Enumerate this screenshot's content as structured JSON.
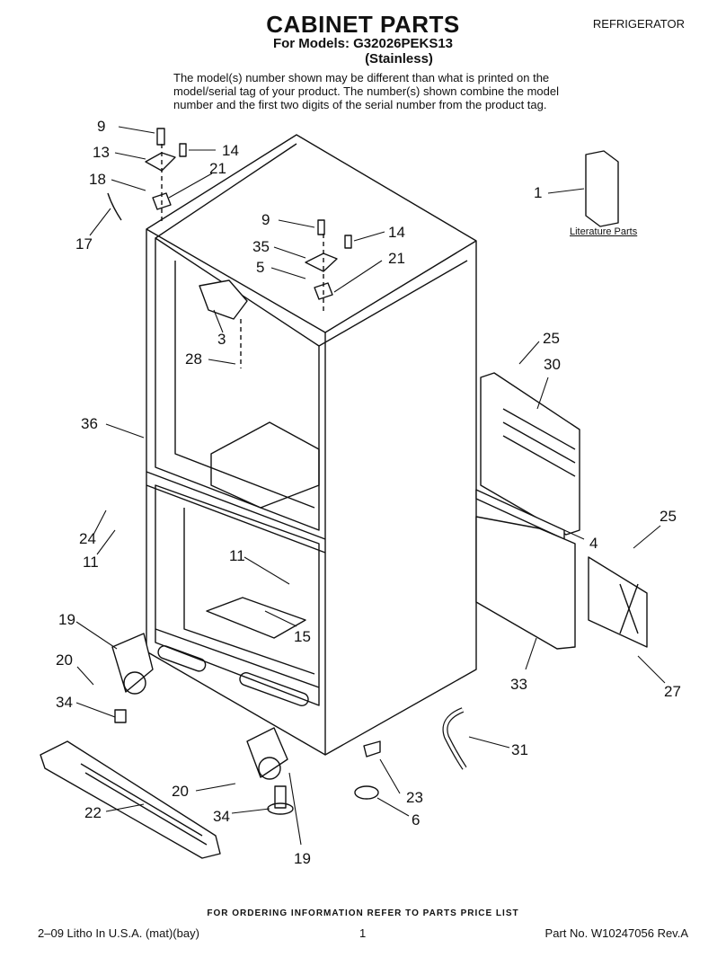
{
  "header": {
    "title": "CABINET PARTS",
    "models_line": "For Models: G32026PEKS13",
    "finish": "(Stainless)",
    "appliance": "REFRIGERATOR",
    "note": "The model(s) number shown may be different than what is printed on the model/serial tag of your product. The number(s) shown combine the model number and the first two digits of the serial number from the product tag."
  },
  "literature_label": "Literature Parts",
  "callouts": [
    "9",
    "13",
    "14",
    "18",
    "21",
    "17",
    "1",
    "9",
    "14",
    "35",
    "5",
    "21",
    "3",
    "28",
    "25",
    "30",
    "36",
    "24",
    "11",
    "4",
    "25",
    "11",
    "15",
    "19",
    "20",
    "34",
    "33",
    "27",
    "31",
    "22",
    "20",
    "23",
    "6",
    "34",
    "19"
  ],
  "footer": {
    "ordering": "FOR ORDERING INFORMATION REFER TO PARTS PRICE LIST",
    "litho": "2–09 Litho In U.S.A. (mat)(bay)",
    "page": "1",
    "part_no": "Part No. W10247056 Rev.A"
  }
}
